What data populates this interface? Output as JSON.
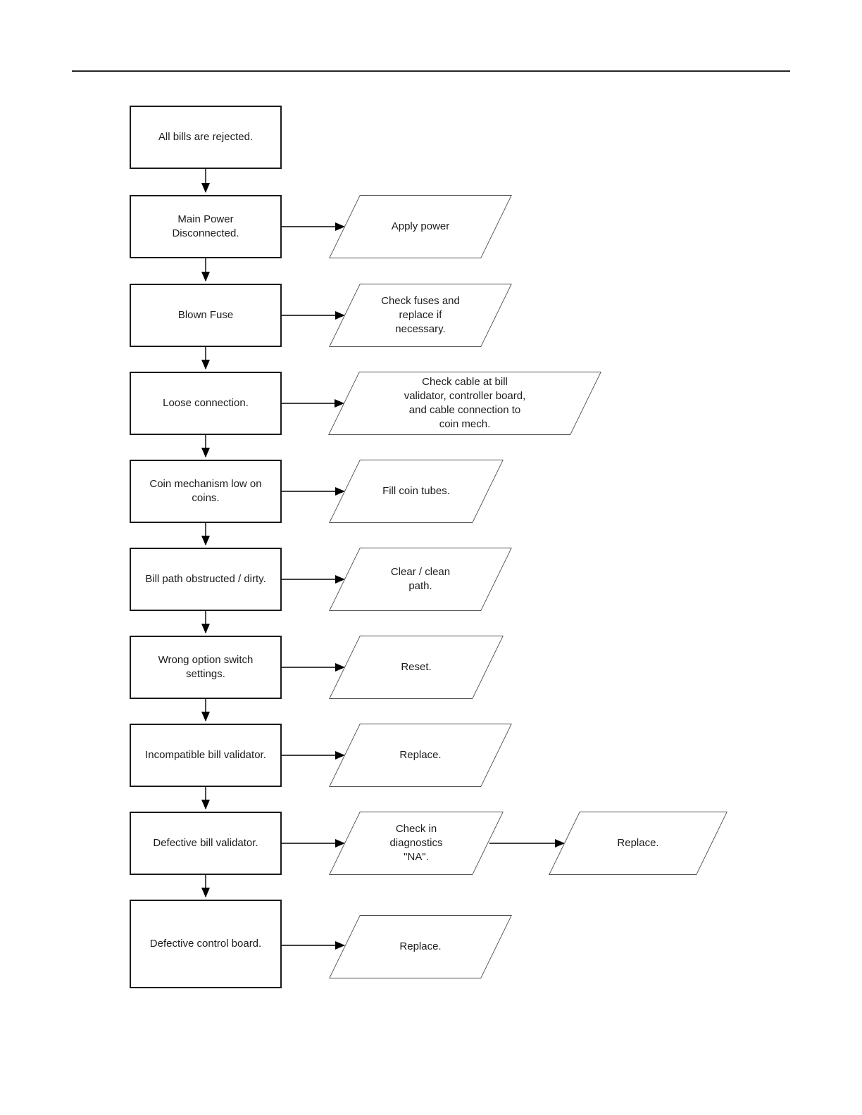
{
  "page": {
    "background": "#ffffff",
    "header_rule_color": "#262626"
  },
  "diagram": {
    "type": "flowchart",
    "topic": "All bills are rejected.",
    "colors": {
      "process_border": "#1a1a1a",
      "io_border": "#4d4d4d",
      "text": "#1c1c1c",
      "arrow": "#000000"
    },
    "nodes": [
      {
        "id": "all-bills-rejected",
        "shape": "rectangle",
        "label": "All bills are rejected."
      },
      {
        "id": "main-power-disconnected",
        "shape": "rectangle",
        "label": "Main Power\nDisconnected."
      },
      {
        "id": "apply-power",
        "shape": "parallelogram",
        "label": "Apply power"
      },
      {
        "id": "blown-fuse",
        "shape": "rectangle",
        "label": "Blown Fuse"
      },
      {
        "id": "check-fuses",
        "shape": "parallelogram",
        "label": "Check fuses and\nreplace if\nnecessary."
      },
      {
        "id": "loose-connection",
        "shape": "rectangle",
        "label": "Loose connection."
      },
      {
        "id": "check-cable",
        "shape": "parallelogram",
        "label": "Check cable at bill\nvalidator, controller board,\nand cable connection to\ncoin mech."
      },
      {
        "id": "coin-mech-low",
        "shape": "rectangle",
        "label": "Coin mechanism low on\ncoins."
      },
      {
        "id": "fill-coin-tubes",
        "shape": "parallelogram",
        "label": "Fill coin tubes."
      },
      {
        "id": "bill-path-obstructed",
        "shape": "rectangle",
        "label": "Bill path obstructed / dirty."
      },
      {
        "id": "clear-clean-path",
        "shape": "parallelogram",
        "label": "Clear / clean\npath."
      },
      {
        "id": "wrong-option-switch",
        "shape": "rectangle",
        "label": "Wrong option switch\nsettings."
      },
      {
        "id": "reset",
        "shape": "parallelogram",
        "label": "Reset."
      },
      {
        "id": "incompatible-bill-validator",
        "shape": "rectangle",
        "label": "Incompatible bill validator."
      },
      {
        "id": "replace-1",
        "shape": "parallelogram",
        "label": "Replace."
      },
      {
        "id": "defective-bill-validator",
        "shape": "rectangle",
        "label": "Defective bill validator."
      },
      {
        "id": "check-diagnostics",
        "shape": "parallelogram",
        "label": "Check in\ndiagnostics\n\"NA\"."
      },
      {
        "id": "replace-2",
        "shape": "parallelogram",
        "label": "Replace."
      },
      {
        "id": "defective-control-board",
        "shape": "rectangle",
        "label": "Defective control board."
      },
      {
        "id": "replace-3",
        "shape": "parallelogram",
        "label": "Replace."
      }
    ],
    "edges": [
      {
        "from": "all-bills-rejected",
        "to": "main-power-disconnected"
      },
      {
        "from": "main-power-disconnected",
        "to": "blown-fuse"
      },
      {
        "from": "blown-fuse",
        "to": "loose-connection"
      },
      {
        "from": "loose-connection",
        "to": "coin-mech-low"
      },
      {
        "from": "coin-mech-low",
        "to": "bill-path-obstructed"
      },
      {
        "from": "bill-path-obstructed",
        "to": "wrong-option-switch"
      },
      {
        "from": "wrong-option-switch",
        "to": "incompatible-bill-validator"
      },
      {
        "from": "incompatible-bill-validator",
        "to": "defective-bill-validator"
      },
      {
        "from": "defective-bill-validator",
        "to": "defective-control-board"
      },
      {
        "from": "main-power-disconnected",
        "to": "apply-power"
      },
      {
        "from": "blown-fuse",
        "to": "check-fuses"
      },
      {
        "from": "loose-connection",
        "to": "check-cable"
      },
      {
        "from": "coin-mech-low",
        "to": "fill-coin-tubes"
      },
      {
        "from": "bill-path-obstructed",
        "to": "clear-clean-path"
      },
      {
        "from": "wrong-option-switch",
        "to": "reset"
      },
      {
        "from": "incompatible-bill-validator",
        "to": "replace-1"
      },
      {
        "from": "defective-bill-validator",
        "to": "check-diagnostics"
      },
      {
        "from": "check-diagnostics",
        "to": "replace-2"
      },
      {
        "from": "defective-control-board",
        "to": "replace-3"
      }
    ]
  }
}
